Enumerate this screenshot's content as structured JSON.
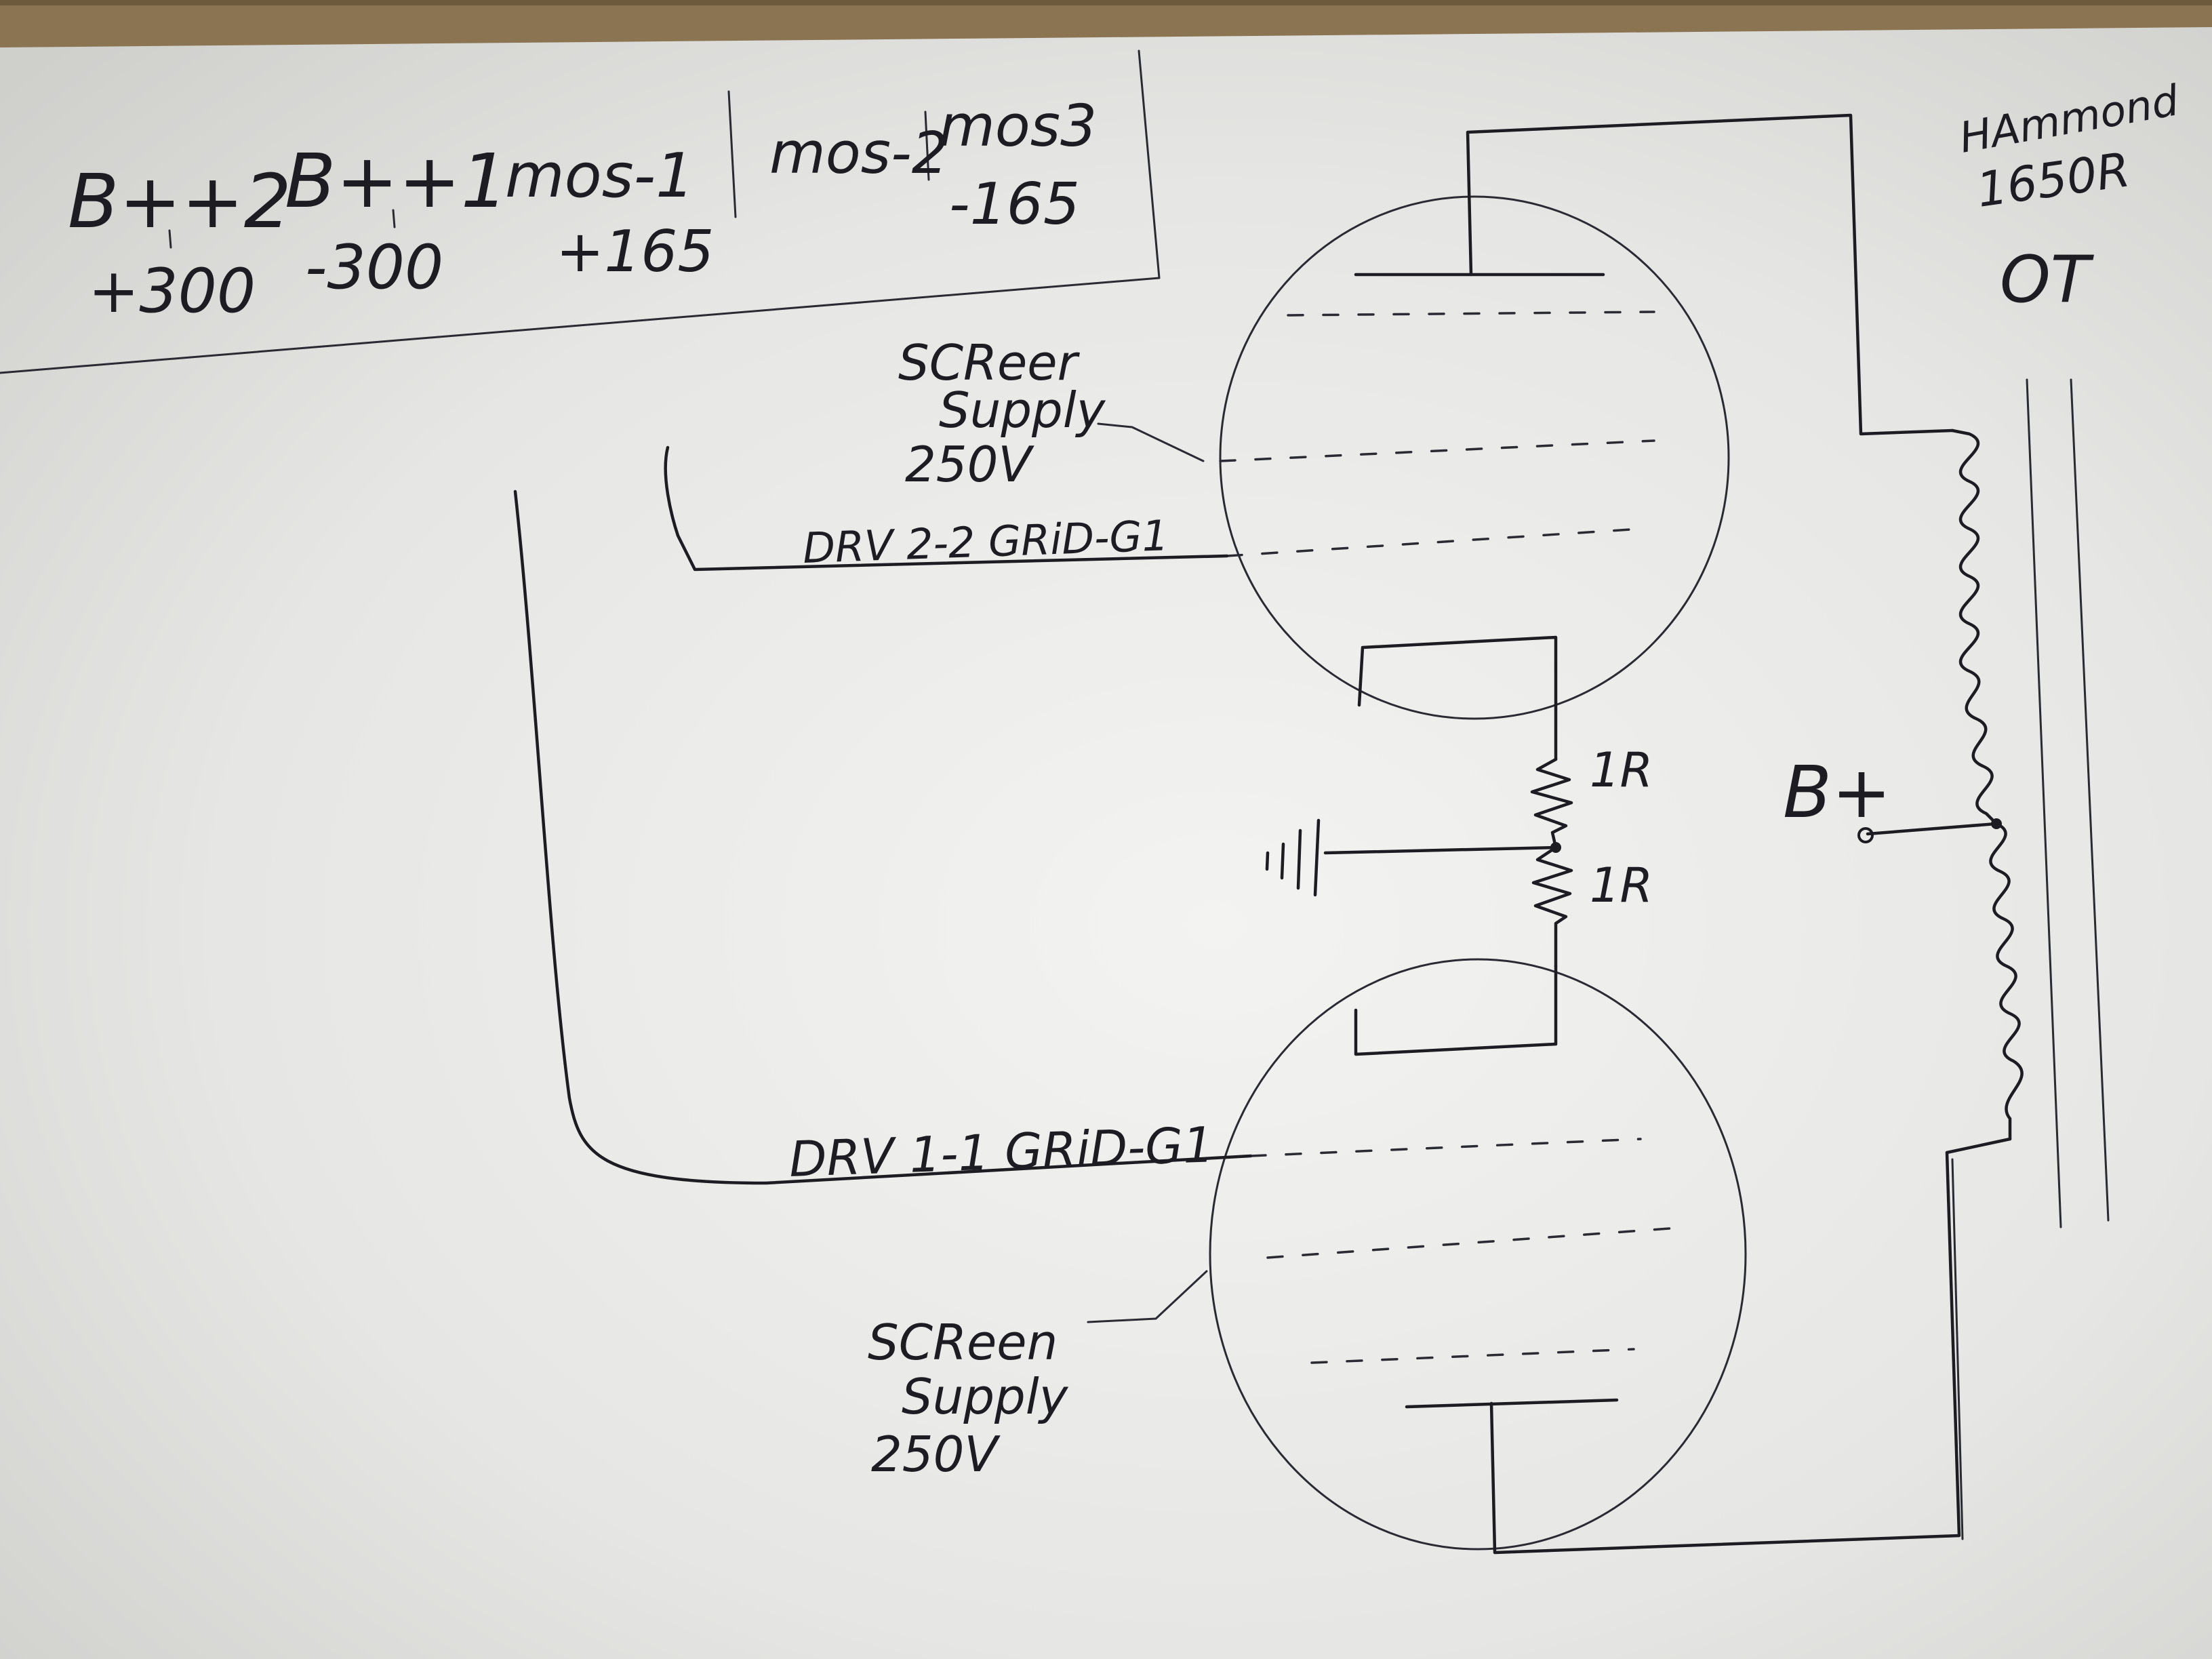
{
  "header_box": {
    "bpp2": {
      "label": "B++2",
      "value": "+300"
    },
    "bpp1": {
      "label": "B++1",
      "value": "-300"
    },
    "mos1": {
      "label": "mos-1",
      "value": "+165"
    },
    "mos2": {
      "label": "mos-2"
    },
    "mos3": {
      "label": "mos3",
      "value": "-165"
    }
  },
  "transformer": {
    "brand": "HAmmond",
    "model": "1650R",
    "type": "OT"
  },
  "labels": {
    "screen_top": [
      "SCReer",
      "Supply",
      "250V"
    ],
    "screen_bottom": [
      "SCReen",
      "Supply",
      "250V"
    ],
    "grid_top": "DRV 2-2 GRiD-G1",
    "grid_bottom": "DRV 1-1 GRiD-G1",
    "resistor_top": "1R",
    "resistor_bottom": "1R",
    "bplus": "B+"
  }
}
